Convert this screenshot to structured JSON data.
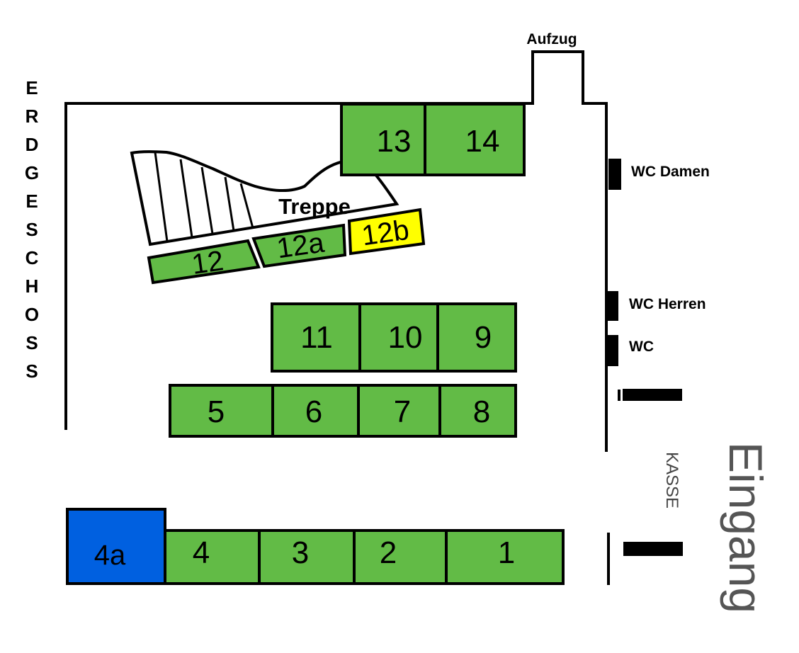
{
  "title": "ERDGESCHOSS",
  "labels": {
    "aufzug": "Aufzug",
    "treppe": "Treppe",
    "wc_damen": "WC Damen",
    "wc_herren": "WC Herren",
    "wc": "WC",
    "kasse": "KASSE",
    "eingang": "Eingang"
  },
  "stands": {
    "s1": "1",
    "s2": "2",
    "s3": "3",
    "s4": "4",
    "s4a": "4a",
    "s5": "5",
    "s6": "6",
    "s7": "7",
    "s8": "8",
    "s9": "9",
    "s10": "10",
    "s11": "11",
    "s12": "12",
    "s12a": "12a",
    "s12b": "12b",
    "s13": "13",
    "s14": "14"
  },
  "colors": {
    "stand_green": "#62bb46",
    "stand_yellow": "#ffff00",
    "stand_blue": "#0060e0",
    "wall": "#000000"
  }
}
